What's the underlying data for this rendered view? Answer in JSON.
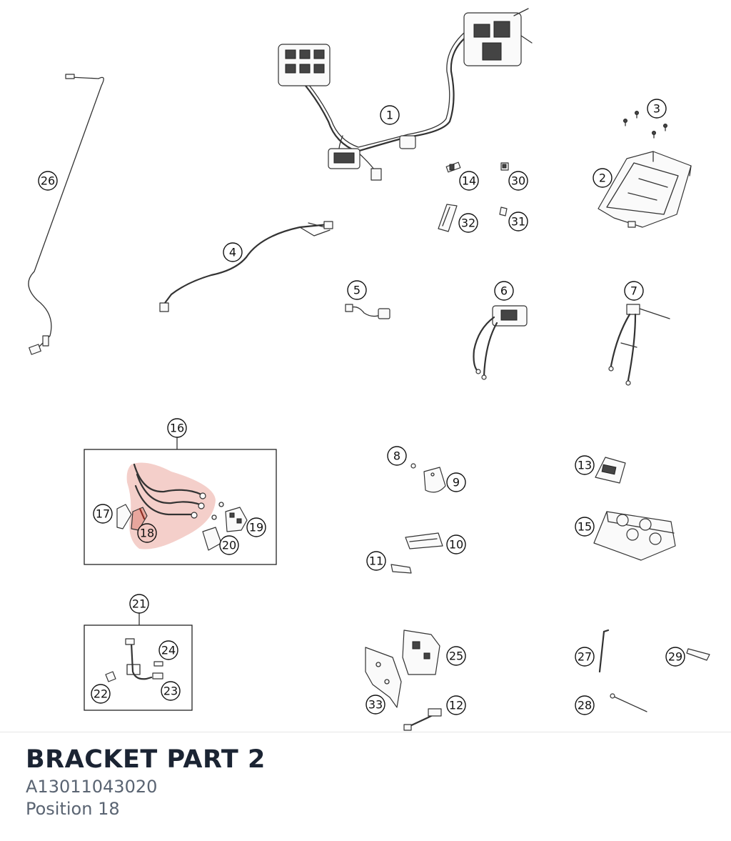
{
  "diagram": {
    "highlight_color": "#f2c7c1",
    "selected_part": "18",
    "part_labels": [
      "1",
      "2",
      "3",
      "4",
      "5",
      "6",
      "7",
      "8",
      "9",
      "10",
      "11",
      "12",
      "13",
      "14",
      "15",
      "16",
      "17",
      "18",
      "19",
      "20",
      "21",
      "22",
      "23",
      "24",
      "25",
      "26",
      "27",
      "28",
      "29",
      "30",
      "31",
      "32",
      "33"
    ]
  },
  "info": {
    "title": "BRACKET PART 2",
    "part_number": "A13011043020",
    "position": "Position 18"
  }
}
